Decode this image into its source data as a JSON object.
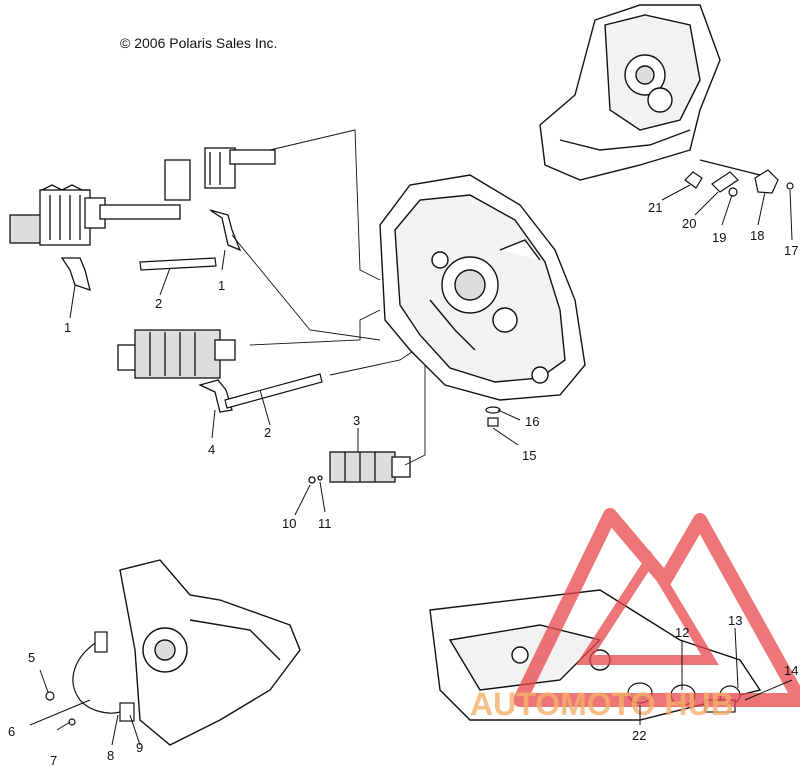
{
  "copyright": "© 2006 Polaris Sales Inc.",
  "watermark": {
    "text": "AUTOMOTO HUB",
    "color": "#e8474b",
    "text_color": "#f4b06a"
  },
  "callouts": [
    "1",
    "2",
    "1",
    "2",
    "4",
    "3",
    "10",
    "11",
    "16",
    "15",
    "21",
    "20",
    "19",
    "18",
    "17",
    "5",
    "6",
    "7",
    "8",
    "9",
    "12",
    "13",
    "14",
    "22"
  ],
  "colors": {
    "line": "#111111",
    "part_fill": "#ffffff",
    "shade": "#cfcfcf"
  }
}
